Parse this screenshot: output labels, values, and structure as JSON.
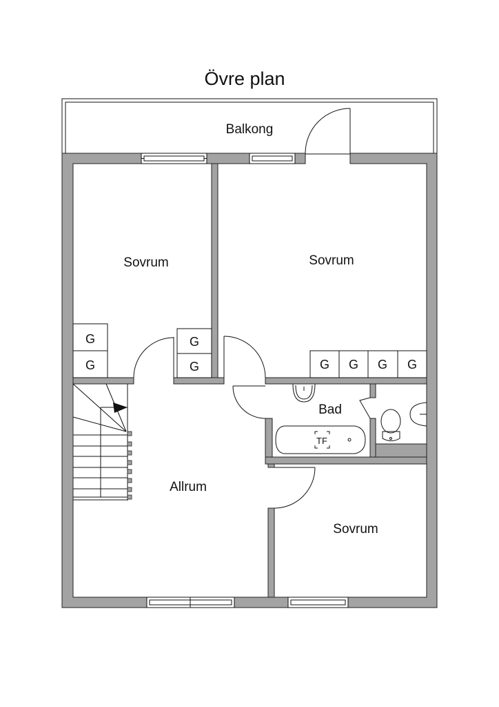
{
  "title": "Övre plan",
  "rooms": {
    "balcony": "Balkong",
    "bedroom_top_left": "Sovrum",
    "bedroom_top_right": "Sovrum",
    "bathroom": "Bad",
    "living": "Allrum",
    "bedroom_bottom_right": "Sovrum"
  },
  "wardrobe_label": "G",
  "fixtures": {
    "washer_dryer": "TF"
  },
  "colors": {
    "wall": "#a3a3a3",
    "line": "#111111"
  }
}
